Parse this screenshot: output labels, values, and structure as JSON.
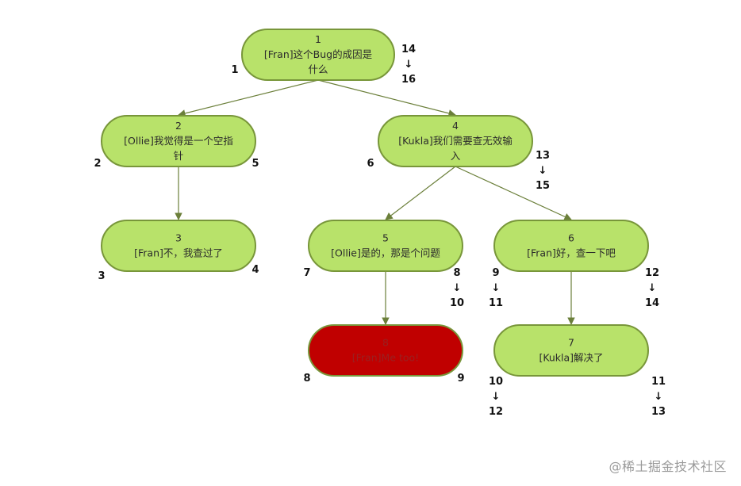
{
  "nodes": [
    {
      "id": "1",
      "lines": [
        "1",
        "[Fran]这个Bug的成因是",
        "什么"
      ],
      "color": "green",
      "left_mark": [
        "1"
      ],
      "right_mark": [
        "14",
        "↓",
        "16"
      ]
    },
    {
      "id": "2",
      "lines": [
        "2",
        "[Ollie]我觉得是一个空指",
        "针"
      ],
      "color": "green",
      "left_mark": [
        "2"
      ],
      "right_mark": [
        "5"
      ]
    },
    {
      "id": "3",
      "lines": [
        "3",
        "[Fran]不，我查过了"
      ],
      "color": "green",
      "left_mark": [
        "3"
      ],
      "right_mark": [
        "4"
      ]
    },
    {
      "id": "4",
      "lines": [
        "4",
        "[Kukla]我们需要查无效输",
        "入"
      ],
      "color": "green",
      "left_mark": [
        "6"
      ],
      "right_mark": [
        "13",
        "↓",
        "15"
      ]
    },
    {
      "id": "5",
      "lines": [
        "5",
        "[Ollie]是的，那是个问题"
      ],
      "color": "green",
      "left_mark": [
        "7"
      ],
      "right_mark": [
        "8",
        "↓",
        "10"
      ]
    },
    {
      "id": "6",
      "lines": [
        "6",
        "[Fran]好，查一下吧"
      ],
      "color": "green",
      "left_mark": [
        "9",
        "↓",
        "11"
      ],
      "right_mark": [
        "12",
        "↓",
        "14"
      ]
    },
    {
      "id": "8",
      "lines": [
        "8",
        "[Fran]Me too!"
      ],
      "color": "red",
      "left_mark": [
        "8"
      ],
      "right_mark": [
        "9"
      ]
    },
    {
      "id": "7",
      "lines": [
        "7",
        "[Kukla]解决了"
      ],
      "color": "green",
      "left_mark": [
        "10",
        "↓",
        "12"
      ],
      "right_mark": [
        "11",
        "↓",
        "13"
      ]
    }
  ],
  "edges": [
    {
      "from": "1",
      "to": "2"
    },
    {
      "from": "1",
      "to": "4"
    },
    {
      "from": "2",
      "to": "3"
    },
    {
      "from": "4",
      "to": "5"
    },
    {
      "from": "4",
      "to": "6"
    },
    {
      "from": "5",
      "to": "8"
    },
    {
      "from": "6",
      "to": "7"
    }
  ],
  "colors": {
    "green": "#b8e26a",
    "red": "#c00000",
    "border": "#78963a",
    "edge": "#6b7f3a"
  },
  "watermark": "@稀土掘金技术社区"
}
